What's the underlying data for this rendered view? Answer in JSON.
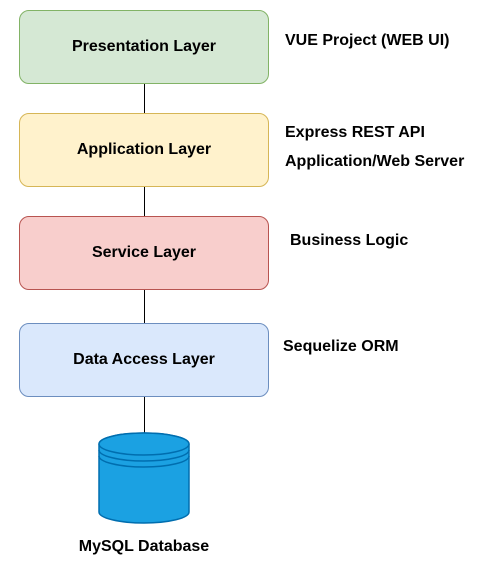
{
  "layers": [
    {
      "label": "Presentation Layer",
      "fill": "#d5e8d4",
      "stroke": "#82b366"
    },
    {
      "label": "Application Layer",
      "fill": "#fff2cc",
      "stroke": "#d6b656"
    },
    {
      "label": "Service Layer",
      "fill": "#f8cecc",
      "stroke": "#b85450"
    },
    {
      "label": "Data Access Layer",
      "fill": "#dae8fc",
      "stroke": "#6c8ebf"
    }
  ],
  "notes": {
    "presentation": "VUE Project (WEB UI)",
    "application_line1": "Express REST API",
    "application_line2": "Application/Web Server",
    "service": "Business Logic",
    "data_access": "Sequelize ORM"
  },
  "database": {
    "label": "MySQL Database",
    "fill": "#1ba1e2",
    "stroke": "#006eaf",
    "icon": "database-cylinder-icon"
  }
}
